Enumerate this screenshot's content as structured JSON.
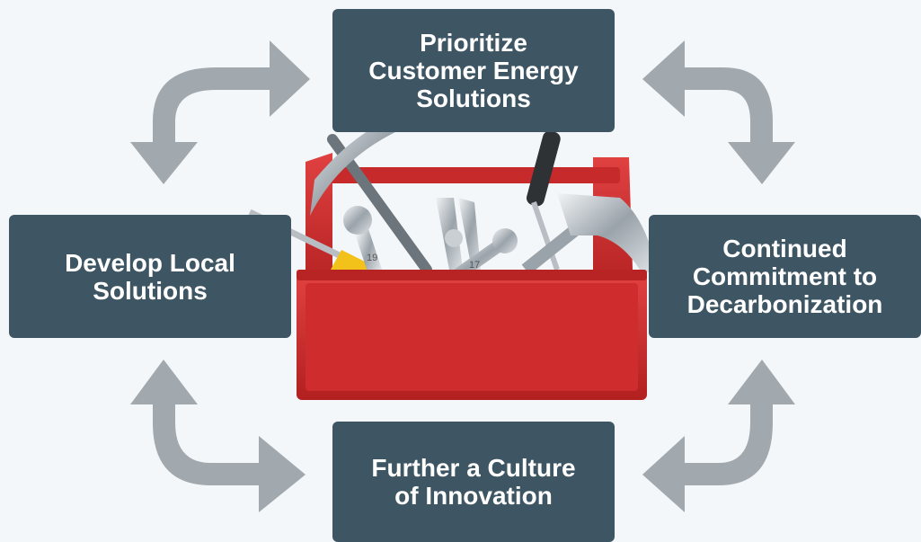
{
  "boxes": {
    "top": {
      "lines": [
        "Prioritize",
        "Customer Energy",
        "Solutions"
      ]
    },
    "left": {
      "lines": [
        "Develop Local",
        "Solutions"
      ]
    },
    "right": {
      "lines": [
        "Continued",
        "Commitment to",
        "Decarbonization"
      ]
    },
    "bottom": {
      "lines": [
        "Further a Culture",
        "of Innovation"
      ]
    }
  },
  "toolbox": {
    "wrench_labels": [
      "19",
      "17"
    ]
  },
  "colors": {
    "box_fill": "#3e5663",
    "box_text": "#ffffff",
    "arrow": "#a1a9ae",
    "toolbox_red": "#d32f2f",
    "background": "#f4f7fa"
  },
  "icons": [
    "curved-arrow-icon",
    "toolbox-icon",
    "hammer-icon",
    "wrench-icon",
    "screwdriver-icon",
    "pliers-icon",
    "pickaxe-icon"
  ]
}
